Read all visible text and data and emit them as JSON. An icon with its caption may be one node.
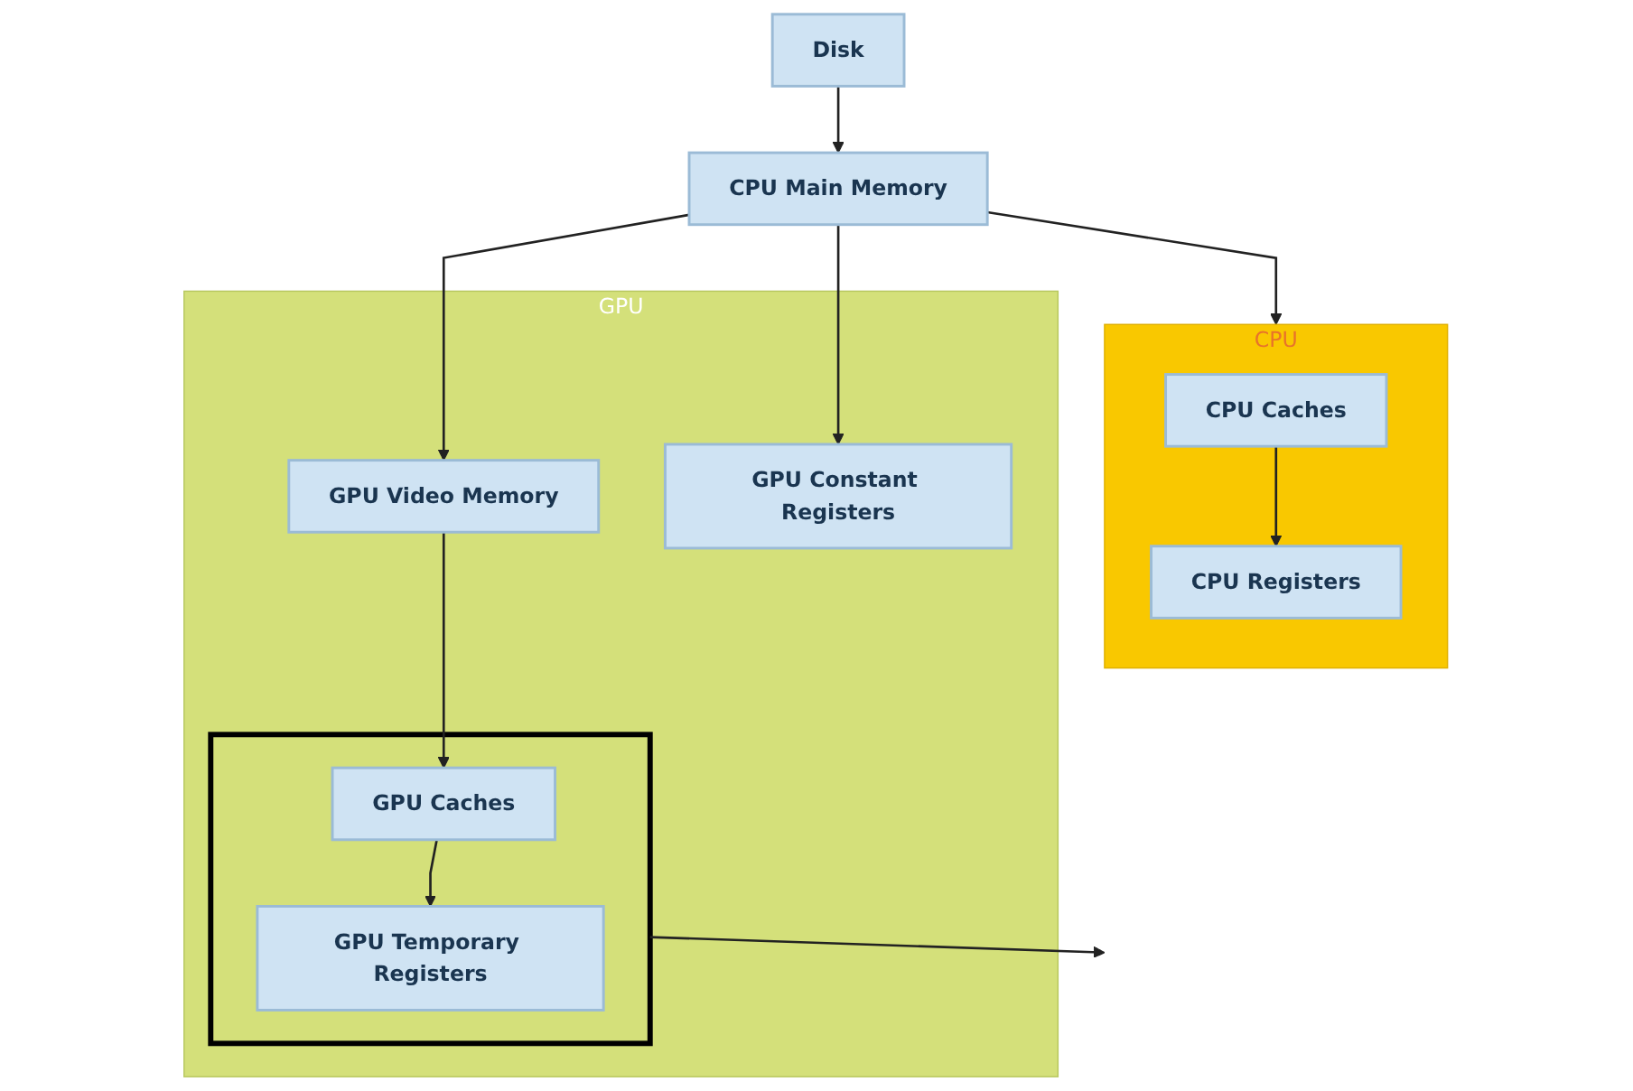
{
  "diagram": {
    "nodes": [
      {
        "text": [
          "Disk"
        ]
      },
      {
        "text": [
          "CPU Main Memory"
        ]
      },
      {
        "text": [
          "CPU"
        ]
      },
      {
        "text": [
          "CPU Caches"
        ],
        "in": 2
      },
      {
        "text": [
          "CPU Registers"
        ],
        "in": 2
      },
      {
        "text": [
          "GPU"
        ]
      },
      {
        "text": [
          "GPU Video Memory"
        ],
        "in": 5
      },
      {
        "text": [],
        "shape": "box",
        "in": 5
      },
      {
        "text": [
          "GPU Caches"
        ],
        "in": 7
      },
      {
        "text": [
          "GPU Temporary Registers"
        ],
        "in": 7
      },
      {
        "text": [
          "GPU Constant Registers"
        ],
        "in": 5
      }
    ],
    "edges": [
      {
        "from": 0,
        "to": 1,
        "arrow": "to"
      },
      {
        "from": 1,
        "to": 2,
        "arrow": "to"
      },
      {
        "from": 1,
        "to": 10,
        "arrow": "to"
      },
      {
        "from": 1,
        "to": 6,
        "arrow": "to"
      },
      {
        "from": 3,
        "to": 4,
        "arrow": "to"
      },
      {
        "from": 6,
        "to": 8,
        "arrow": "to"
      },
      {
        "from": 8,
        "to": 9,
        "arrow": "to"
      },
      {
        "from": 7,
        "to": null,
        "arrow": "to"
      }
    ]
  }
}
